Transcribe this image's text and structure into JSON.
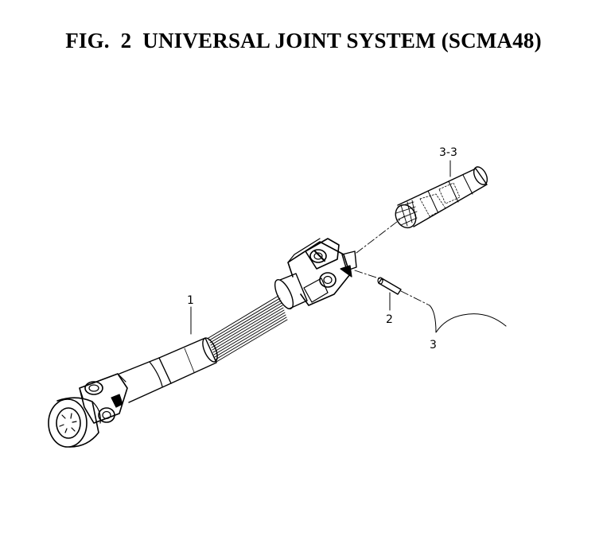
{
  "figure": {
    "title": "FIG.  2  UNIVERSAL JOINT SYSTEM (SCMA48)"
  },
  "callouts": [
    {
      "id": "c1",
      "label": "1"
    },
    {
      "id": "c2",
      "label": "2"
    },
    {
      "id": "c3",
      "label": "3"
    },
    {
      "id": "c33",
      "label": "3-3"
    }
  ],
  "colors": {
    "ink": "#000000",
    "paper": "#ffffff"
  }
}
